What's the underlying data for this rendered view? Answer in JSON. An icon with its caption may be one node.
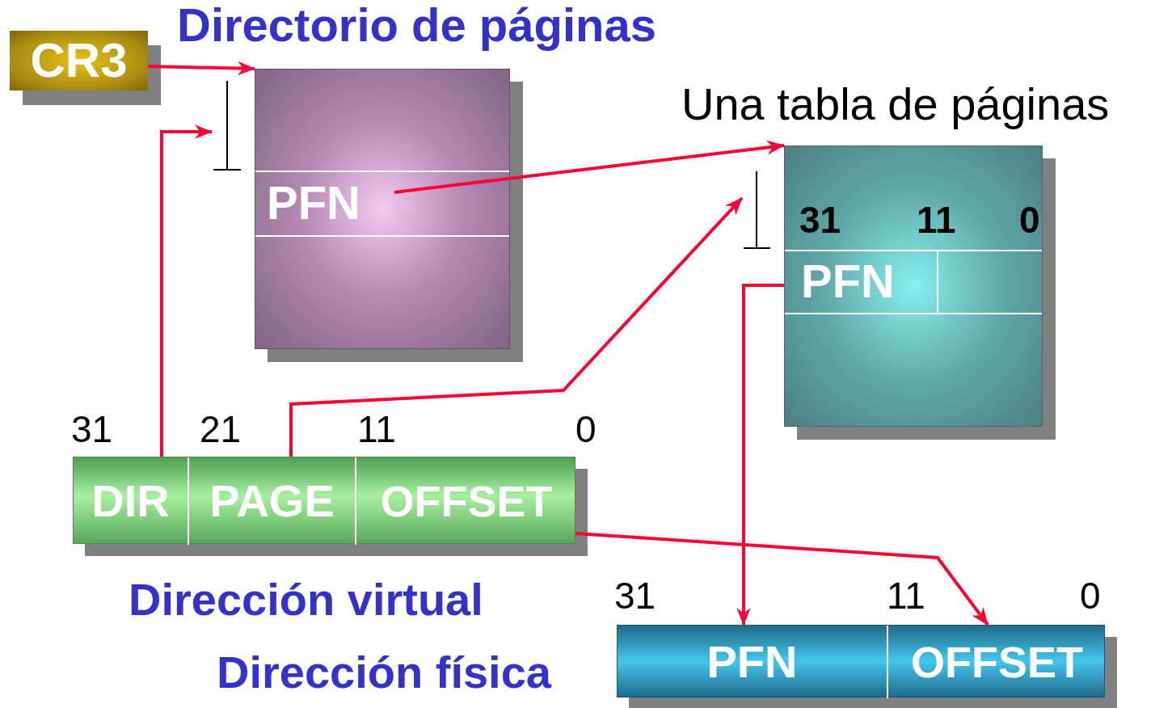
{
  "diagram": {
    "nodes": [
      {
        "text": [
          "CR3"
        ]
      },
      {
        "text": [
          "Directorio de páginas"
        ]
      },
      {
        "text": [
          "PFN"
        ],
        "in": 1
      },
      {
        "text": [
          "Una tabla de páginas"
        ]
      },
      {
        "text": [
          "PFN"
        ],
        "in": 3
      },
      {
        "text": [
          "Dirección virtual"
        ]
      },
      {
        "text": [
          "DIR"
        ],
        "in": 5
      },
      {
        "text": [
          "PAGE"
        ],
        "in": 5
      },
      {
        "text": [
          "OFFSET"
        ],
        "in": 5
      },
      {
        "text": [
          "Dirección física"
        ]
      },
      {
        "text": [
          "PFN"
        ],
        "in": 9
      },
      {
        "text": [
          "OFFSET"
        ],
        "in": 9
      }
    ],
    "edges": [
      {
        "from": 0,
        "to": 1,
        "arrow": "to"
      },
      {
        "from": 6,
        "to": null,
        "arrow": "to"
      },
      {
        "from": 2,
        "to": 3,
        "arrow": "to"
      },
      {
        "from": 7,
        "to": null,
        "arrow": "to"
      },
      {
        "from": 4,
        "to": 10,
        "arrow": "to"
      },
      {
        "from": 8,
        "to": 11,
        "arrow": "to"
      }
    ],
    "labels": [
      "31",
      "11",
      "0",
      "31",
      "21",
      "11",
      "0",
      "31",
      "11",
      "0"
    ]
  }
}
